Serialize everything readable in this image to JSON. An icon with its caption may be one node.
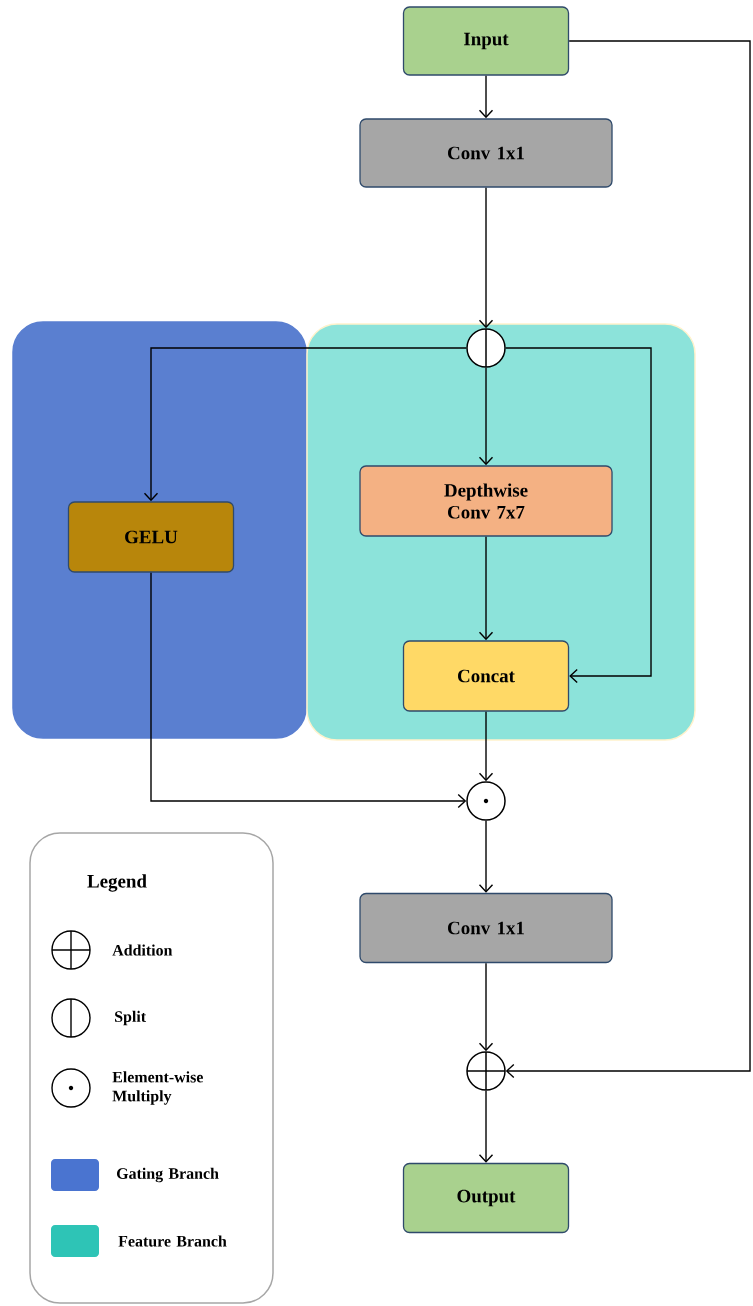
{
  "diagram": {
    "nodes": [
      {
        "text": [
          "Input"
        ]
      },
      {
        "text": [
          "Conv 1x1"
        ]
      },
      {
        "text": [],
        "shape": "circle",
        "in": 5
      },
      {
        "text": [],
        "shape": "box"
      },
      {
        "text": [
          "GELU"
        ],
        "in": 3
      },
      {
        "text": [],
        "shape": "box"
      },
      {
        "text": [
          "Depthwise Conv 7x7"
        ],
        "in": 5
      },
      {
        "text": [
          "Concat"
        ],
        "in": 5
      },
      {
        "text": [],
        "shape": "circle"
      },
      {
        "text": [
          "Conv 1x1"
        ]
      },
      {
        "text": [],
        "shape": "circle"
      },
      {
        "text": [
          "Output"
        ]
      }
    ],
    "edges": [
      {
        "from": 0,
        "to": 1,
        "arrow": "to"
      },
      {
        "from": 1,
        "to": 2,
        "arrow": "to"
      },
      {
        "from": 2,
        "to": 4,
        "arrow": "to"
      },
      {
        "from": 2,
        "to": 6,
        "arrow": "to"
      },
      {
        "from": 2,
        "to": 7,
        "arrow": "to"
      },
      {
        "from": 6,
        "to": 7,
        "arrow": "to"
      },
      {
        "from": 7,
        "to": 8,
        "arrow": "to"
      },
      {
        "from": 4,
        "to": 8,
        "arrow": "to"
      },
      {
        "from": 8,
        "to": 9,
        "arrow": "to"
      },
      {
        "from": 9,
        "to": 10,
        "arrow": "to"
      },
      {
        "from": 10,
        "to": 11,
        "arrow": "to"
      },
      {
        "from": 0,
        "to": 10,
        "arrow": "to"
      }
    ],
    "labels": [
      "Legend"
    ],
    "legend": [
      {
        "text": "Addition"
      },
      {
        "text": "Split"
      },
      {
        "text": "Element-wise Multiply"
      },
      {
        "text": "Gating Branch",
        "color": "#4a74d0"
      },
      {
        "text": "Feature Branch",
        "color": "#2ec4b6"
      }
    ]
  }
}
